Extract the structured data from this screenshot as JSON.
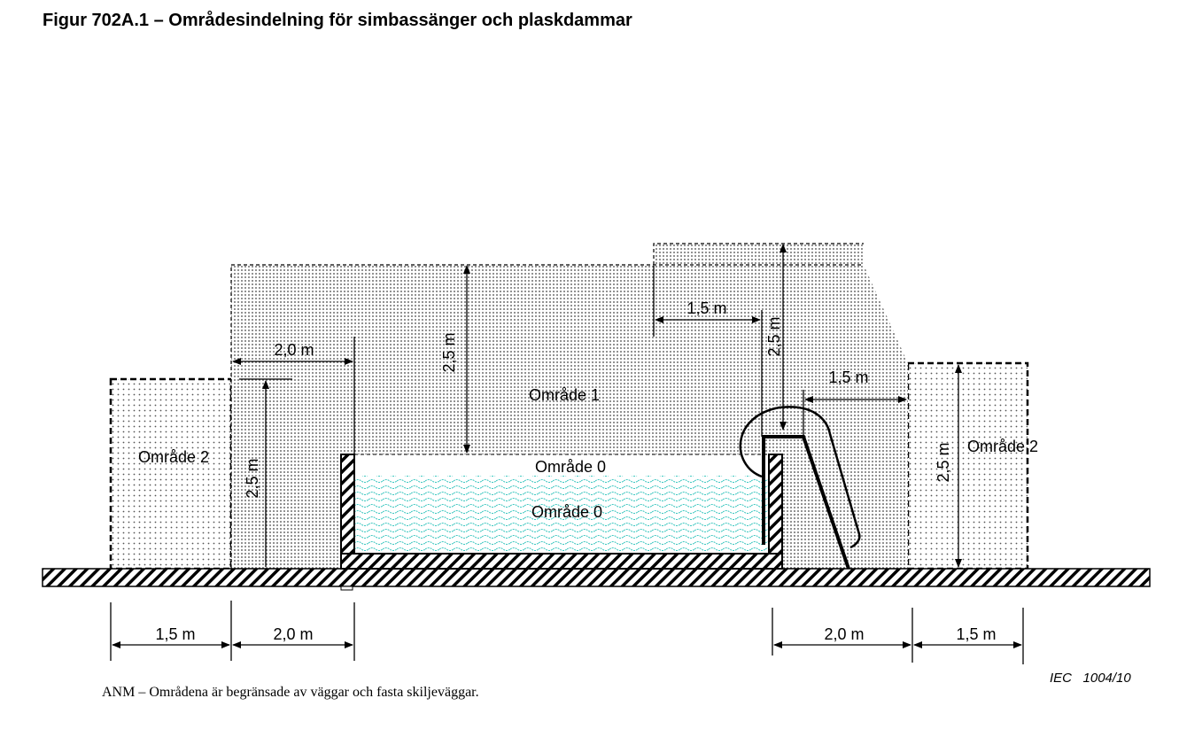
{
  "title": "Figur 702A.1 – Områdesindelning för simbassänger och plaskdammar",
  "zones": {
    "zone1": "Område 1",
    "zone0_upper": "Område 0",
    "zone0_water": "Område 0",
    "zone2_left": "Område 2",
    "zone2_right": "Område 2"
  },
  "dimensions": {
    "left_horizontal": "2,0 m",
    "left_vertical": "2,5 m",
    "pool_vertical": "2,5 m",
    "slide_horizontal": "1,5 m",
    "slide_vertical": "2,5 m",
    "right_horizontal": "1,5 m",
    "right_vertical": "2,5 m",
    "bottom_left_1": "1,5 m",
    "bottom_left_2": "2,0 m",
    "bottom_right_1": "2,0 m",
    "bottom_right_2": "1,5 m"
  },
  "colors": {
    "water": "#3cc7c0",
    "stipple": "#555555"
  },
  "reference": "IEC   1004/10",
  "note": "ANM – Områdena är begränsade av väggar och fasta skiljeväggar."
}
